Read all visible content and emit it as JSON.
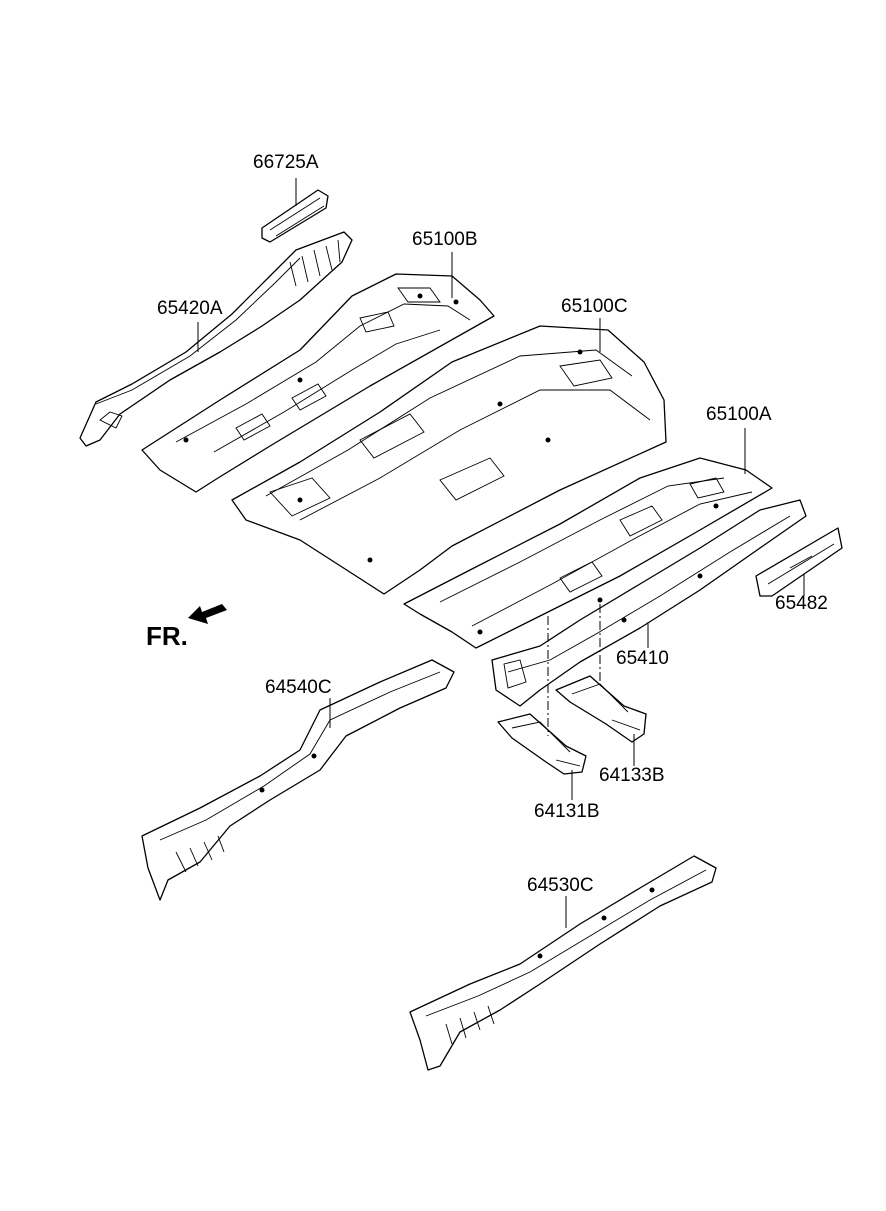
{
  "diagram": {
    "parts": [
      {
        "id": "p66725a",
        "label": "66725A"
      },
      {
        "id": "p65420a",
        "label": "65420A"
      },
      {
        "id": "p65100b",
        "label": "65100B"
      },
      {
        "id": "p65100c",
        "label": "65100C"
      },
      {
        "id": "p65100a",
        "label": "65100A"
      },
      {
        "id": "p65482",
        "label": "65482"
      },
      {
        "id": "p65410",
        "label": "65410"
      },
      {
        "id": "p64540c",
        "label": "64540C"
      },
      {
        "id": "p64133b",
        "label": "64133B"
      },
      {
        "id": "p64131b",
        "label": "64131B"
      },
      {
        "id": "p64530c",
        "label": "64530C"
      }
    ],
    "front_indicator": "FR."
  }
}
